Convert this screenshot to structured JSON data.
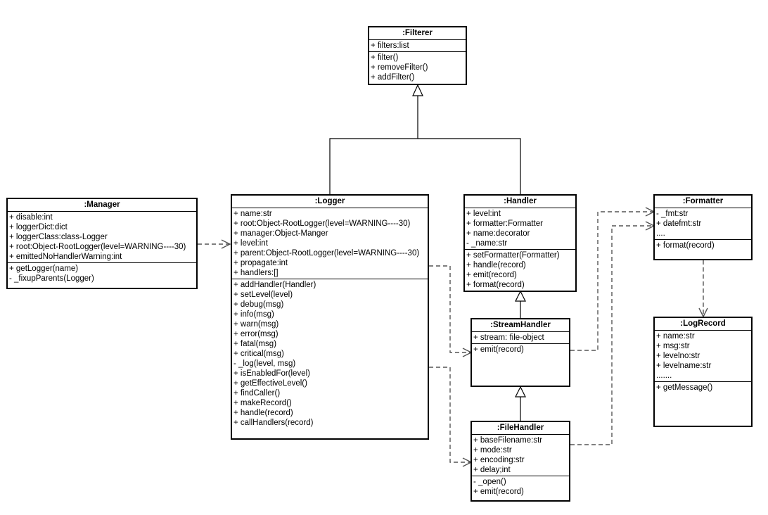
{
  "classes": {
    "filterer": {
      "name": ":Filterer",
      "attributes": [
        "+ filters:list"
      ],
      "methods": [
        "+ filter()",
        "+ removeFilter()",
        "+ addFilter()"
      ]
    },
    "manager": {
      "name": ":Manager",
      "attributes": [
        "+ disable:int",
        "+ loggerDict:dict",
        "+ loggerClass:class-Logger",
        "+ root:Object-RootLogger(level=WARNING----30)",
        "+ emittedNoHandlerWarning:int"
      ],
      "methods": [
        "+ getLogger(name)",
        "- _fixupParents(Logger)"
      ]
    },
    "logger": {
      "name": ":Logger",
      "attributes": [
        "+ name:str",
        "+ root:Object-RootLogger(level=WARNING----30)",
        "+ manager:Object-Manger",
        "+ level:int",
        "+ parent:Object-RootLogger(level=WARNING----30)",
        "+ propagate:int",
        "+ handlers:[]"
      ],
      "methods": [
        "+ addHandler(Handler)",
        "+ setLevel(level)",
        "+ debug(msg)",
        "+ info(msg)",
        "+ warn(msg)",
        "+ error(msg)",
        "+ fatal(msg)",
        "+ critical(msg)",
        "- _log(level, msg)",
        "+ isEnabledFor(level)",
        "+ getEffectiveLevel()",
        "+ findCaller()",
        "+ makeRecord()",
        "+ handle(record)",
        "+ callHandlers(record)"
      ]
    },
    "handler": {
      "name": ":Handler",
      "attributes": [
        "+ level:int",
        "+ formatter:Formatter",
        "+ name:decorator",
        "- _name:str"
      ],
      "methods": [
        "+ setFormatter(Formatter)",
        "+ handle(record)",
        "+ emit(record)",
        "+ format(record)"
      ]
    },
    "streamhandler": {
      "name": ":StreamHandler",
      "attributes": [
        "+ stream: file-object"
      ],
      "methods": [
        "+ emit(record)"
      ]
    },
    "filehandler": {
      "name": ":FileHandler",
      "attributes": [
        "+ baseFilename:str",
        "+ mode:str",
        "+ encoding:str",
        "+ delay;int"
      ],
      "methods": [
        "- _open()",
        "+ emit(record)"
      ]
    },
    "formatter": {
      "name": ":Formatter",
      "attributes": [
        "- _fmt:str",
        "+ datefmt:str",
        "...."
      ],
      "methods": [
        "+ format(record)"
      ]
    },
    "logrecord": {
      "name": ":LogRecord",
      "attributes": [
        "+ name:str",
        "+ msg:str",
        "+ levelno:str",
        "+ levelname:str",
        "......."
      ],
      "methods": [
        "+ getMessage()"
      ]
    }
  },
  "relations": [
    {
      "type": "generalization",
      "from": "logger",
      "to": "filterer"
    },
    {
      "type": "generalization",
      "from": "handler",
      "to": "filterer"
    },
    {
      "type": "generalization",
      "from": "streamhandler",
      "to": "handler"
    },
    {
      "type": "generalization",
      "from": "filehandler",
      "to": "streamhandler"
    },
    {
      "type": "dependency",
      "from": "manager",
      "to": "logger"
    },
    {
      "type": "dependency",
      "from": "logger",
      "to": "streamhandler"
    },
    {
      "type": "dependency",
      "from": "logger",
      "to": "filehandler"
    },
    {
      "type": "dependency",
      "from": "streamhandler",
      "to": "formatter"
    },
    {
      "type": "dependency",
      "from": "filehandler",
      "to": "formatter"
    },
    {
      "type": "dependency",
      "from": "formatter",
      "to": "logrecord"
    }
  ]
}
